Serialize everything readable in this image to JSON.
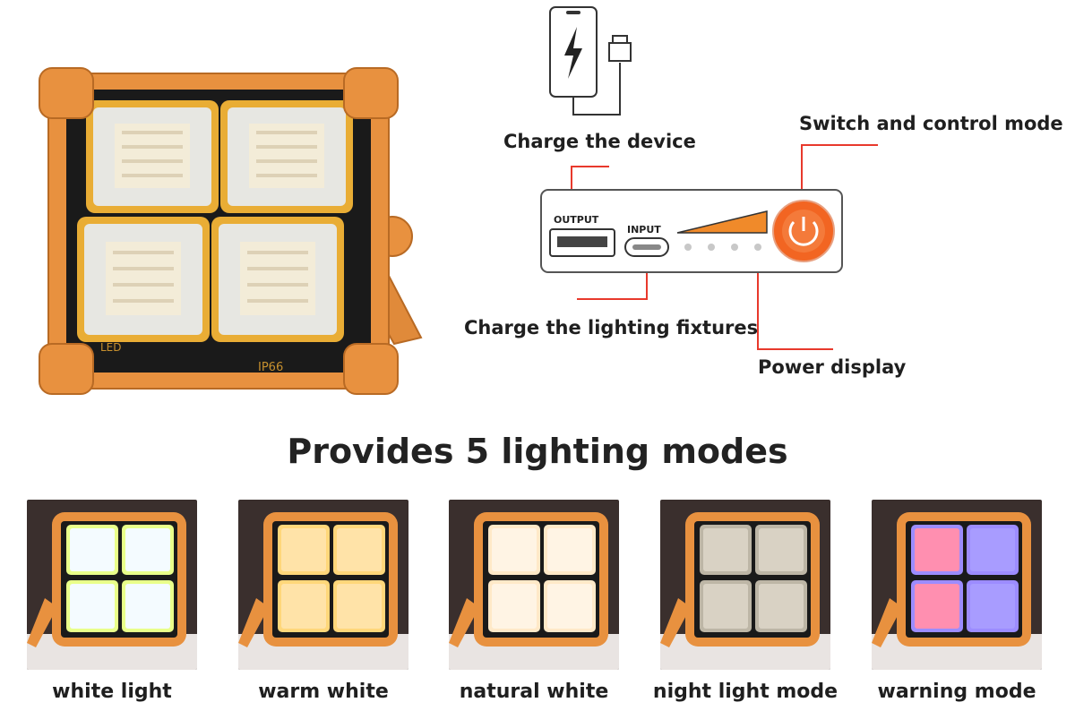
{
  "product": {
    "stamp_left": "LED",
    "stamp_right": "IP66"
  },
  "callouts": {
    "charge_device": "Charge the device",
    "switch_mode": "Switch and control mode",
    "charge_fixtures": "Charge the lighting fixtures",
    "power_display": "Power display"
  },
  "control_panel": {
    "output_label": "OUTPUT",
    "input_label": "INPUT"
  },
  "heading": "Provides 5 lighting modes",
  "modes": [
    {
      "label": "white light",
      "led_color": "#f4fbff",
      "glow": "#e9ff8a"
    },
    {
      "label": "warm white",
      "led_color": "#ffe3a8",
      "glow": "#ffd77a"
    },
    {
      "label": "natural white",
      "led_color": "#fff4e4",
      "glow": "#ffe9c8"
    },
    {
      "label": "night light mode",
      "led_color": "#d9d2c4",
      "glow": "#bdb6a6"
    },
    {
      "label": "warning mode",
      "led_color": "#ff8fb0",
      "glow": "#9c8cff"
    }
  ],
  "colors": {
    "frame_orange": "#e8913f",
    "accent_red": "#e8392c",
    "button_orange": "#f26522"
  }
}
